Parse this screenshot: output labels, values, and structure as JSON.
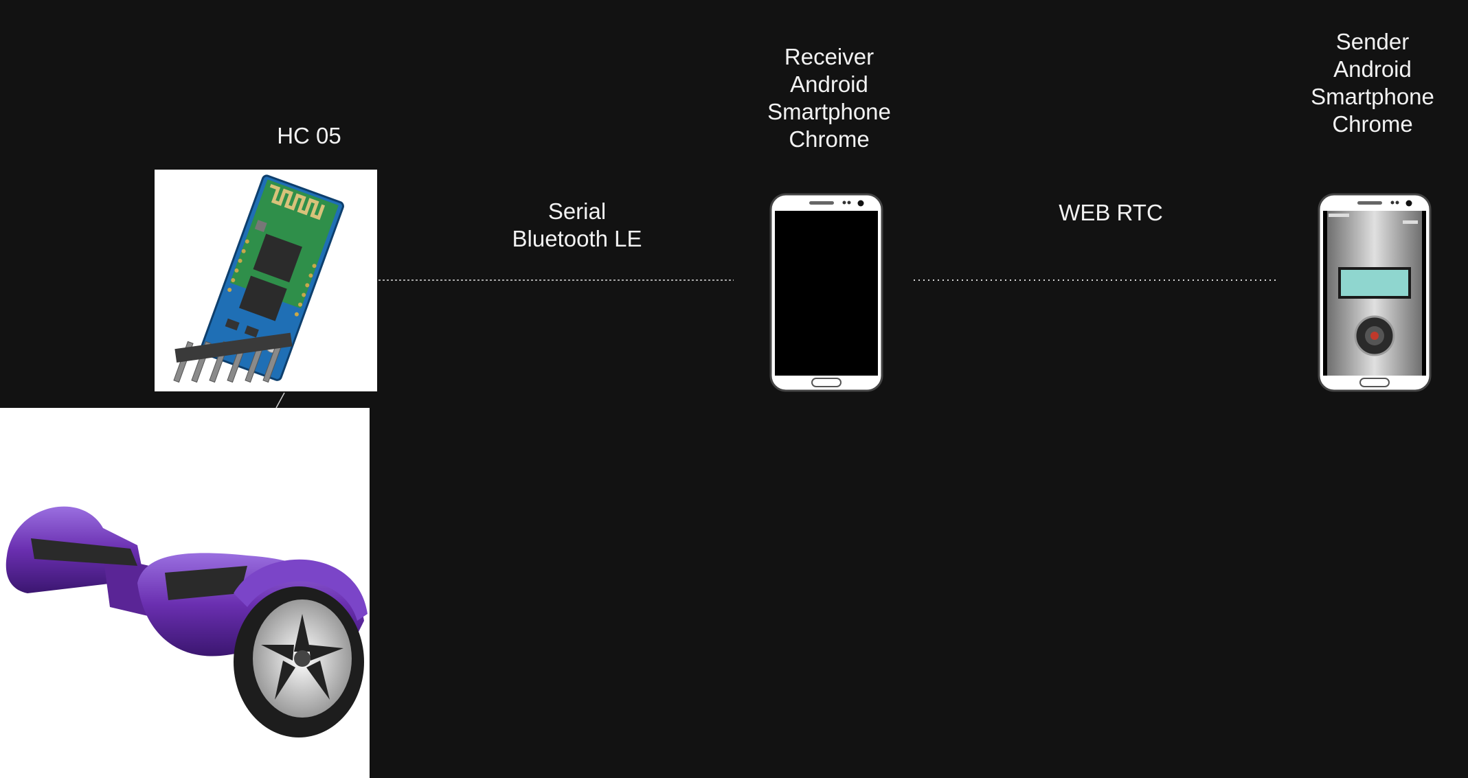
{
  "nodes": {
    "hc05": {
      "label": "HC 05"
    },
    "receiver": {
      "label": "Receiver\nAndroid\nSmartphone\nChrome"
    },
    "sender": {
      "label": "Sender\nAndroid\nSmartphone\nChrome"
    }
  },
  "links": {
    "bluetooth": {
      "label": "Serial\nBluetooth LE"
    },
    "webrtc": {
      "label": "WEB RTC"
    }
  },
  "colors": {
    "background": "#121212",
    "text": "#f2f2f2",
    "hoverboard": "#6a2fb0",
    "pcb": "#1f6fb5",
    "sender_screen": "#8fd6cf"
  }
}
